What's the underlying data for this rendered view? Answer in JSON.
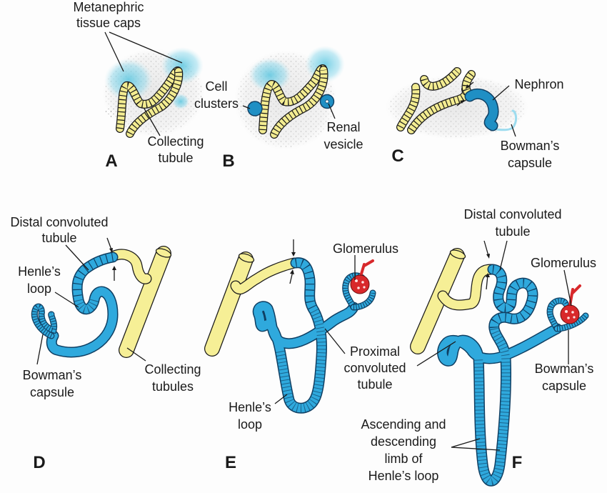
{
  "figure": {
    "panels": [
      {
        "id": "A",
        "letter": "A",
        "labels": {
          "tissue_caps": [
            "Metanephric",
            "tissue caps"
          ],
          "collecting_tubule": [
            "Collecting",
            "tubule"
          ]
        }
      },
      {
        "id": "B",
        "letter": "B",
        "labels": {
          "cell_clusters": [
            "Cell",
            "clusters"
          ],
          "renal_vesicle": [
            "Renal",
            "vesicle"
          ]
        }
      },
      {
        "id": "C",
        "letter": "C",
        "labels": {
          "nephron": [
            "Nephron"
          ],
          "bowmans_capsule": [
            "Bowman’s",
            "capsule"
          ]
        }
      },
      {
        "id": "D",
        "letter": "D",
        "labels": {
          "distal": [
            "Distal convoluted",
            "tubule"
          ],
          "henle": [
            "Henle’s",
            "loop"
          ],
          "bowmans_capsule": [
            "Bowman’s",
            "capsule"
          ],
          "collecting_tubules": [
            "Collecting",
            "tubules"
          ]
        }
      },
      {
        "id": "E",
        "letter": "E",
        "labels": {
          "glomerulus": [
            "Glomerulus"
          ],
          "proximal": [
            "Proximal",
            "convoluted",
            "tubule"
          ],
          "henle": [
            "Henle’s",
            "loop"
          ]
        }
      },
      {
        "id": "F",
        "letter": "F",
        "labels": {
          "distal": [
            "Distal convoluted",
            "tubule"
          ],
          "glomerulus": [
            "Glomerulus"
          ],
          "proximal": [
            "Proximal",
            "convoluted",
            "tubule"
          ],
          "bowmans_capsule": [
            "Bowman’s",
            "capsule"
          ],
          "limbs": [
            "Ascending and",
            "descending",
            "limb of",
            "Henle’s loop"
          ]
        }
      }
    ],
    "colors": {
      "collecting_tubule": "#f3ec91",
      "nephron": "#2fa9dd",
      "nephron_outline": "#0f3f63",
      "tissue_cap": "#5cc7e0",
      "glomerulus": "#d8282b",
      "outline": "#1a1a1a"
    }
  }
}
